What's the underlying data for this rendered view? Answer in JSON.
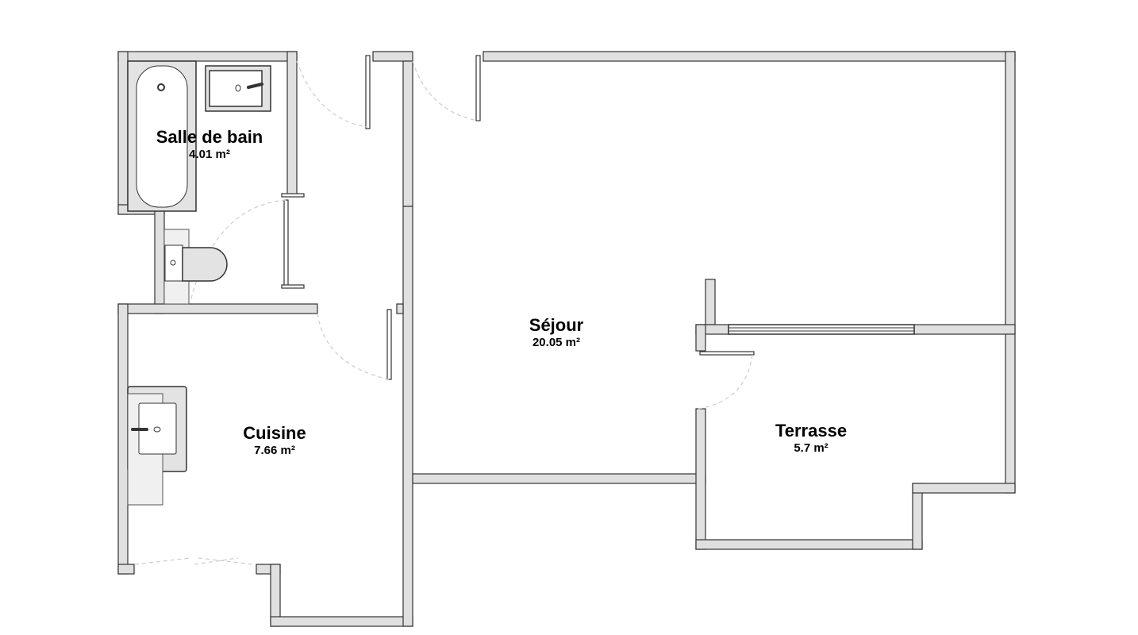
{
  "rooms": [
    {
      "name": "Salle de bain",
      "area": "4.01 m²"
    },
    {
      "name": "Séjour",
      "area": "20.05 m²"
    },
    {
      "name": "Cuisine",
      "area": "7.66 m²"
    },
    {
      "name": "Terrasse",
      "area": "5.7 m²"
    }
  ],
  "colors": {
    "wall_fill": "#e0e0e0",
    "wall_stroke": "#333333",
    "door_arc": "#cccccc"
  }
}
